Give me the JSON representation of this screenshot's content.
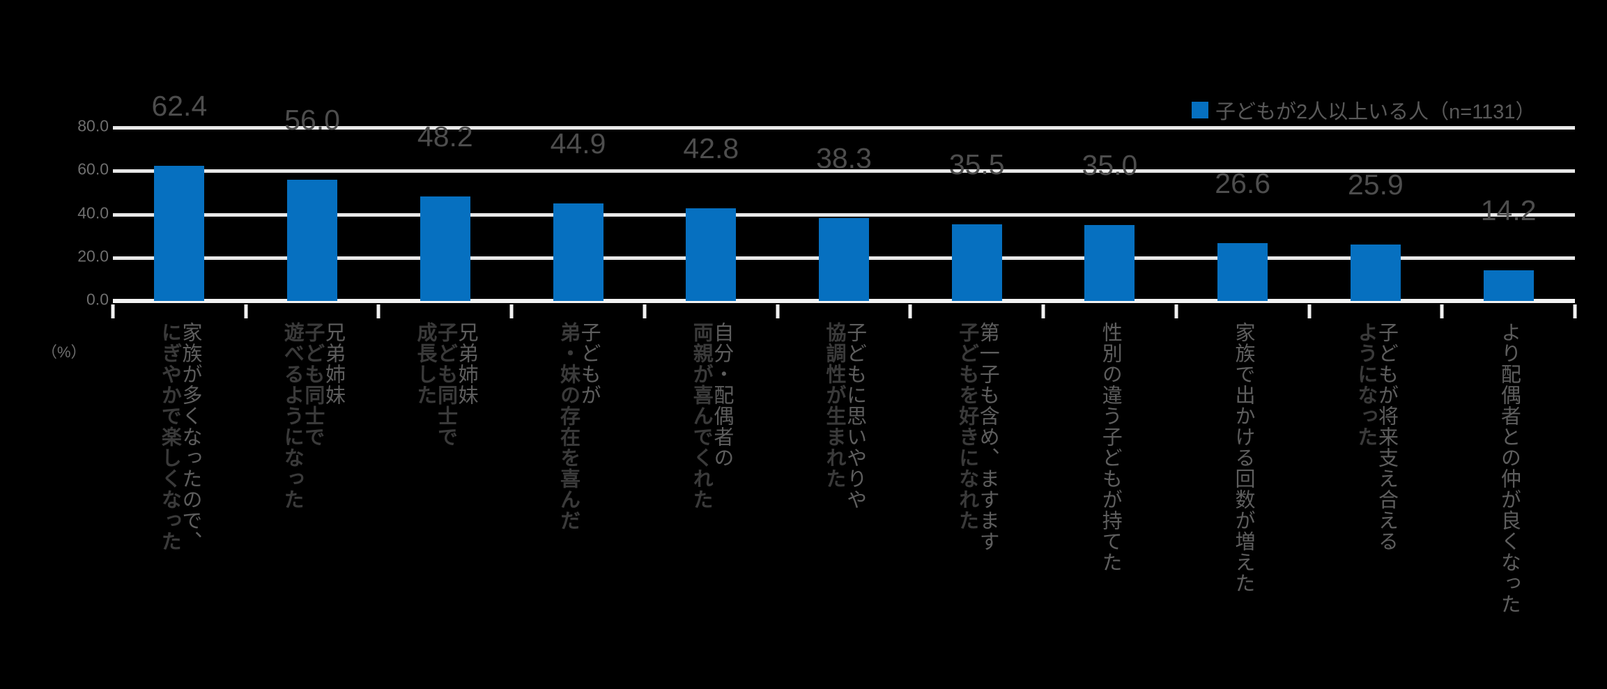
{
  "legend": {
    "icon": "legend-swatch-square",
    "label": "子どもが2人以上いる人（n=1131）",
    "color": "#0670C0"
  },
  "axis": {
    "unit_label": "（%）",
    "y_ticks": [
      "80.0",
      "60.0",
      "40.0",
      "20.0",
      "0.0"
    ]
  },
  "chart_data": {
    "type": "bar",
    "title": "",
    "subtitle": "",
    "xlabel": "",
    "ylabel": "（%）",
    "ylim": [
      0,
      80
    ],
    "yticks": [
      0,
      20,
      40,
      60,
      80
    ],
    "grid": true,
    "legend_position": "top-right",
    "series": [
      {
        "name": "子どもが2人以上いる人（n=1131）",
        "color": "#0670C0",
        "values": [
          62.4,
          56.0,
          48.2,
          44.9,
          42.8,
          38.3,
          35.5,
          35.0,
          26.6,
          25.9,
          14.2
        ]
      }
    ],
    "categories": [
      "家族が多くなったので、にぎやかで楽しくなった",
      "兄弟姉妹子ども同士で遊べるようになった",
      "兄弟姉妹子ども同士で成長した",
      "子どもが弟・妹の存在を喜んだ",
      "自分・配偶者の両親が喜んでくれた",
      "子どもに思いやりや協調性が生まれた",
      "第一子も含め、ますます子どもを好きになれた",
      "性別の違う子どもが持てた",
      "家族で出かける回数が増えた",
      "子どもが将来支え合えるようになった",
      "より配偶者との仲が良くなった"
    ],
    "data_labels": [
      "62.4",
      "56.0",
      "48.2",
      "44.9",
      "42.8",
      "38.3",
      "35.5",
      "35.0",
      "26.6",
      "25.9",
      "14.2"
    ]
  },
  "bars": [
    {
      "value": 62.4,
      "label": "62.4",
      "col_light": "家族が多くなったので、",
      "col_bold": "にぎやかで楽しくなった"
    },
    {
      "value": 56.0,
      "label": "56.0",
      "col_light": "兄弟姉妹",
      "col_bold": "子ども同士で",
      "col_bold2": "遊べるようになった"
    },
    {
      "value": 48.2,
      "label": "48.2",
      "col_light": "兄弟姉妹",
      "col_bold": "子ども同士で",
      "col_bold2": "成長した"
    },
    {
      "value": 44.9,
      "label": "44.9",
      "col_light": "子どもが",
      "col_bold": "弟・妹の存在を喜んだ"
    },
    {
      "value": 42.8,
      "label": "42.8",
      "col_light": "自分・配偶者の",
      "col_bold": "両親が喜んでくれた"
    },
    {
      "value": 38.3,
      "label": "38.3",
      "col_light": "子どもに思いやりや",
      "col_bold": "協調性が生まれた"
    },
    {
      "value": 35.5,
      "label": "35.5",
      "col_light": "第一子も含め、ますます",
      "col_bold": "子どもを好きになれた"
    },
    {
      "value": 35.0,
      "label": "35.0",
      "col_light": "性別の違う子どもが持てた",
      "col_bold": ""
    },
    {
      "value": 26.6,
      "label": "26.6",
      "col_light": "家族で出かける回数が増えた",
      "col_bold": ""
    },
    {
      "value": 25.9,
      "label": "25.9",
      "col_light": "子どもが将来支え合える",
      "col_bold": "ようになった"
    },
    {
      "value": 14.2,
      "label": "14.2",
      "col_light": "より配偶者との仲が良くなった",
      "col_bold": ""
    }
  ]
}
